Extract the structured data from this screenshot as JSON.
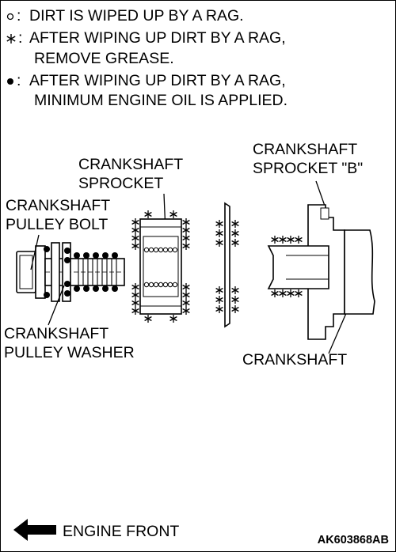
{
  "legend": [
    {
      "symbol": "o",
      "symbol_icon": "small-circle-icon",
      "text": "DIRT IS WIPED UP BY A RAG."
    },
    {
      "symbol": "*",
      "symbol_icon": "asterisk-icon",
      "text": "AFTER WIPING UP DIRT BY A RAG,",
      "text2": "REMOVE GREASE."
    },
    {
      "symbol": "•",
      "symbol_icon": "dot-icon",
      "text": "AFTER WIPING UP DIRT BY A RAG,",
      "text2": "MINIMUM ENGINE OIL IS APPLIED."
    }
  ],
  "labels": {
    "crankshaft_sprocket": [
      "CRANKSHAFT",
      "SPROCKET"
    ],
    "crankshaft_sprocket_b": [
      "CRANKSHAFT",
      "SPROCKET \"B\""
    ],
    "crankshaft_pulley_bolt": [
      "CRANKSHAFT",
      "PULLEY BOLT"
    ],
    "crankshaft_pulley_washer": [
      "CRANKSHAFT",
      "PULLEY WASHER"
    ],
    "crankshaft": "CRANKSHAFT"
  },
  "footer": {
    "direction": "ENGINE FRONT",
    "figure_code": "AK603868AB"
  }
}
